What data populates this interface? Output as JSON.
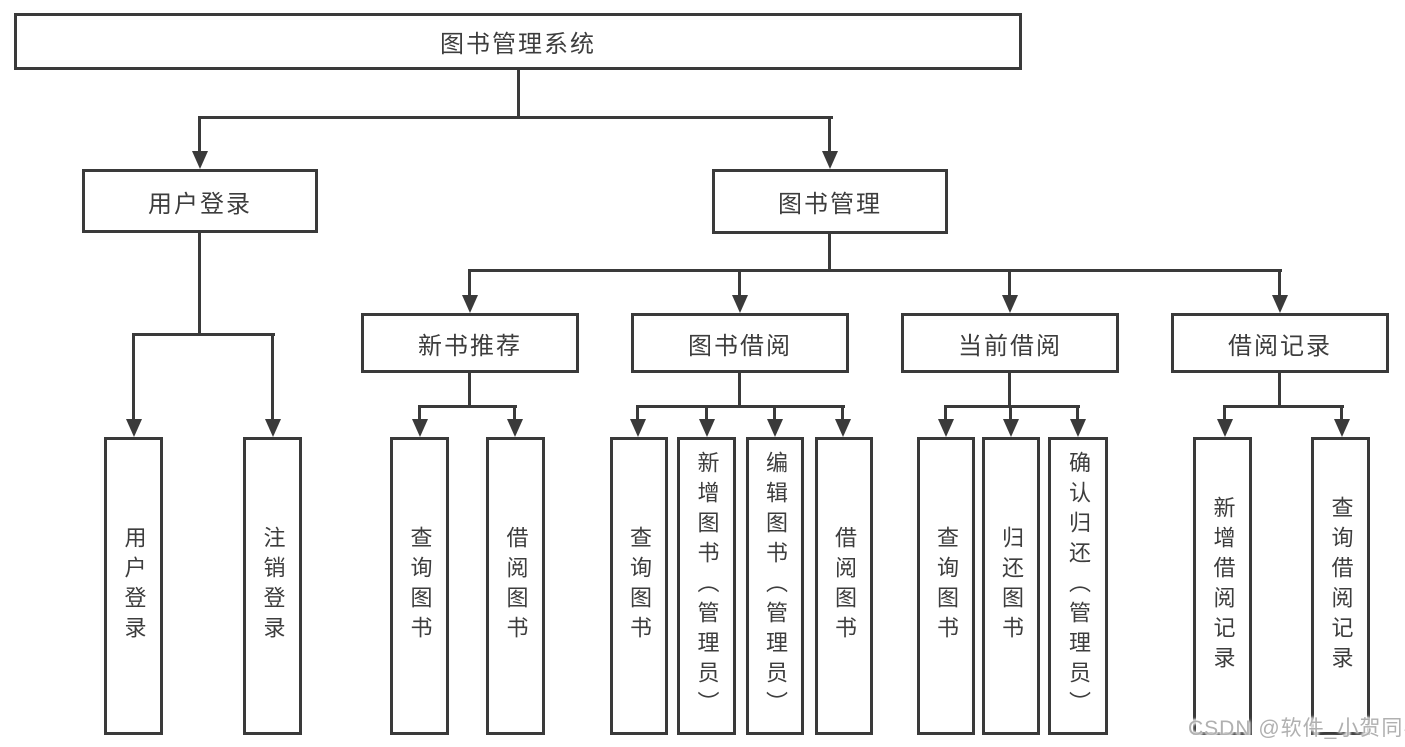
{
  "tree": {
    "root": "图书管理系统",
    "level2": [
      "用户登录",
      "图书管理"
    ],
    "level3": [
      "新书推荐",
      "图书借阅",
      "当前借阅",
      "借阅记录"
    ],
    "leaves": {
      "login": [
        "用户登录",
        "注销登录"
      ],
      "recommend": [
        "查询图书",
        "借阅图书"
      ],
      "borrow": [
        "查询图书",
        "新增图书（管理员）",
        "编辑图书（管理员）",
        "借阅图书"
      ],
      "current": [
        "查询图书",
        "归还图书",
        "确认归还（管理员）"
      ],
      "records": [
        "新增借阅记录",
        "查询借阅记录"
      ]
    }
  },
  "watermark": "CSDN @软件_小贺同学",
  "colors": {
    "line": "#3a3a3a",
    "text": "#3d3d3d",
    "background": "#ffffff",
    "watermark": "#b0b0b0"
  }
}
